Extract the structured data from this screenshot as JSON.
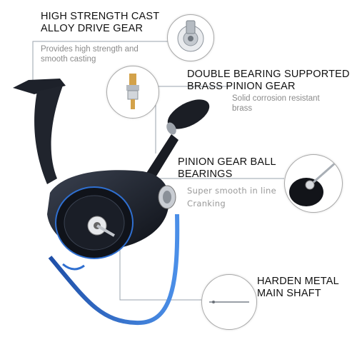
{
  "features": [
    {
      "title_line1": "HIGH STRENGTH CAST",
      "title_line2": "ALLOY DRIVE GEAR",
      "desc_line1": "Provides high strength and",
      "desc_line2": "smooth casting"
    },
    {
      "title_line1": "DOUBLE BEARING SUPPORTED",
      "title_line2": "BRASS PINION GEAR",
      "desc_line1": "Solid corrosion resistant",
      "desc_line2": "brass"
    },
    {
      "title_line1": "PINION GEAR BALL",
      "title_line2": "BEARINGS",
      "desc_line1": "Super smooth in line",
      "desc_line2": "Cranking"
    },
    {
      "title_line1": "HARDEN METAL",
      "title_line2": "MAIN SHAFT"
    }
  ],
  "icons": [
    "drive-gear-icon",
    "pinion-gear-icon",
    "ball-bearing-icon",
    "main-shaft-icon"
  ],
  "colors": {
    "accent_blue": "#2f6fd0",
    "reel_black": "#161a22",
    "leader_line": "#9aa3ad"
  }
}
